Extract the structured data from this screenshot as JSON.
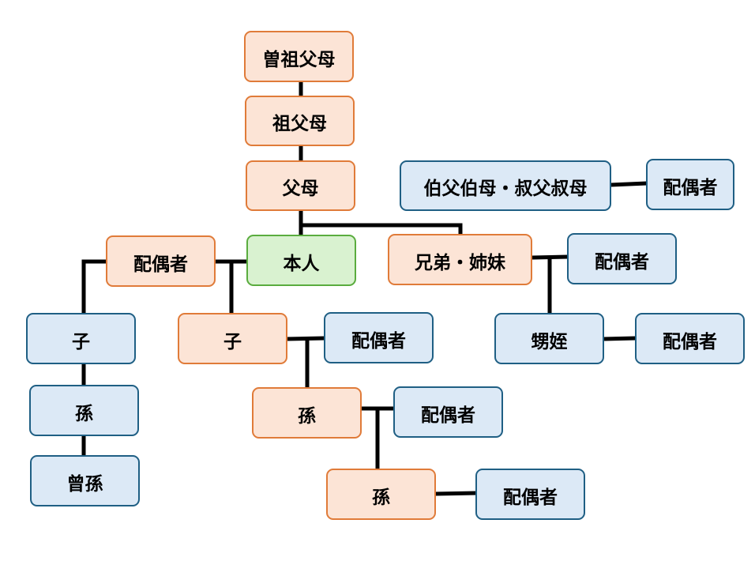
{
  "diagram": {
    "title": "親族関係図",
    "colors": {
      "blood_relative_fill": "#fce4d6",
      "blood_relative_border": "#e07b39",
      "self_fill": "#d9f2d0",
      "self_border": "#5aac3e",
      "other_fill": "#dce9f6",
      "other_border": "#1f5f84",
      "connector": "#000000"
    },
    "nodes": {
      "great_grandparents": "曽祖父母",
      "grandparents": "祖父母",
      "parents": "父母",
      "uncles_aunts": "伯父伯母・叔父叔母",
      "uncles_aunts_spouse": "配偶者",
      "self": "本人",
      "spouse": "配偶者",
      "siblings": "兄弟・姉妹",
      "siblings_spouse": "配偶者",
      "child_of_spouse": "子",
      "grandchild_of_spouse": "孫",
      "great_grandchild_of_spouse": "曾孫",
      "child": "子",
      "child_spouse": "配偶者",
      "grandchild": "孫",
      "grandchild_spouse": "配偶者",
      "great_grandchild": "孫",
      "great_grandchild_spouse": "配偶者",
      "nephews_nieces": "甥姪",
      "nephews_nieces_spouse": "配偶者"
    },
    "connections": [
      [
        "great_grandparents",
        "grandparents"
      ],
      [
        "grandparents",
        "parents"
      ],
      [
        "parents",
        "self"
      ],
      [
        "parents",
        "siblings"
      ],
      [
        "uncles_aunts",
        "uncles_aunts_spouse"
      ],
      [
        "spouse",
        "self"
      ],
      [
        "spouse",
        "child_of_spouse"
      ],
      [
        "child_of_spouse",
        "grandchild_of_spouse"
      ],
      [
        "grandchild_of_spouse",
        "great_grandchild_of_spouse"
      ],
      [
        "spouse-self",
        "child"
      ],
      [
        "child",
        "child_spouse"
      ],
      [
        "child-child_spouse",
        "grandchild"
      ],
      [
        "grandchild",
        "grandchild_spouse"
      ],
      [
        "grandchild-grandchild_spouse",
        "great_grandchild"
      ],
      [
        "great_grandchild",
        "great_grandchild_spouse"
      ],
      [
        "siblings",
        "siblings_spouse"
      ],
      [
        "siblings-siblings_spouse",
        "nephews_nieces"
      ],
      [
        "nephews_nieces",
        "nephews_nieces_spouse"
      ]
    ]
  }
}
